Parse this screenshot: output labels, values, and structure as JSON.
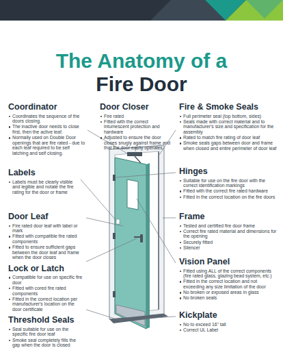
{
  "diagram": {
    "title": "The Anatomy of a Fire Door",
    "labels": [
      "Coordinator",
      "Coordinates the sequence of the doors closing.",
      "The inactive door needs to close first, then the active leaf.",
      "Normally used on Double Door openings that are fire rated - due to each leaf required to be self latching and self closing.",
      "Door Closer",
      "Fire rated",
      "Fitted with the correct intumescent protection and hardware",
      "Adjusted to ensure the door closes snugly against frame and that the door easily operates.",
      "Fire & Smoke Seals",
      "Full perimeter seal (top bottom, sides)",
      "Seals made with correct material and to manufacturer's size and specification for the assembly",
      "Rated to match fire rating of door leaf",
      "Smoke seals gaps between door and frame when closed and entire perimeter of door leaf",
      "Labels",
      "Labels must be clearly visible and legible and notate the fire rating for the door or frame",
      "Hinges",
      "Suitable for use on the fire door with the correct identification markings",
      "Fitted with the correct fire rated hardware",
      "Fitted in the correct location on the fire doors",
      "Door Leaf",
      "Fire rated door leaf with label or mark",
      "Fitted with compatible fire rated components",
      "Fitted to ensure sufficient gaps between the door leaf and frame when the door closes",
      "Frame",
      "Tested and certified fire door frame",
      "Correct fire rated material and dimensions for the opening",
      "Securely fitted",
      "Silencer",
      "Lock or Latch",
      "Compatible for use on specific fire door",
      "Fitted with cored fire rated components",
      "Fitted in the correct location per manufacturer's location on the door certificate",
      "Vision Panel",
      "Fitted using ALL of the correct components (fire rated glass, glazing bead system, etc.)",
      "Fitted in the correct location and not exceeding any size limitation of the door",
      "No broken or exposed areas in glass",
      "No broken seals",
      "Threshold Seals",
      "Seal suitable for use on the specific fire door leaf",
      "Smoke seal completely fills the gap when the door is closed",
      "Kickplate",
      "No to exceed 16\" tall",
      "Correct UL Label"
    ]
  }
}
